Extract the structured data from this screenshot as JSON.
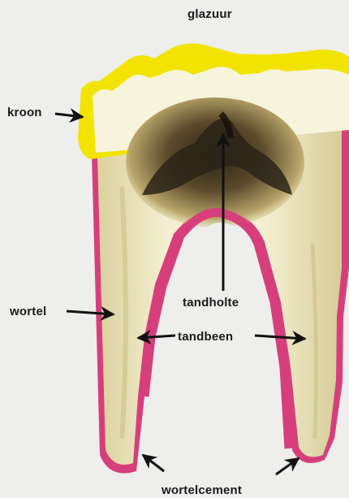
{
  "diagram": {
    "labels": {
      "glazuur": "glazuur",
      "kroon": "kroon",
      "wortel": "wortel",
      "tandholte": "tandholte",
      "tandbeen": "tandbeen",
      "wortelcement": "wortelcement"
    },
    "colors": {
      "background": "#eeeeec",
      "enamel": "#f2e400",
      "cementum": "#d63f7c",
      "dentin": "#efe9c0",
      "pulp_dark": "#3a3222",
      "arrow": "#111111"
    }
  }
}
